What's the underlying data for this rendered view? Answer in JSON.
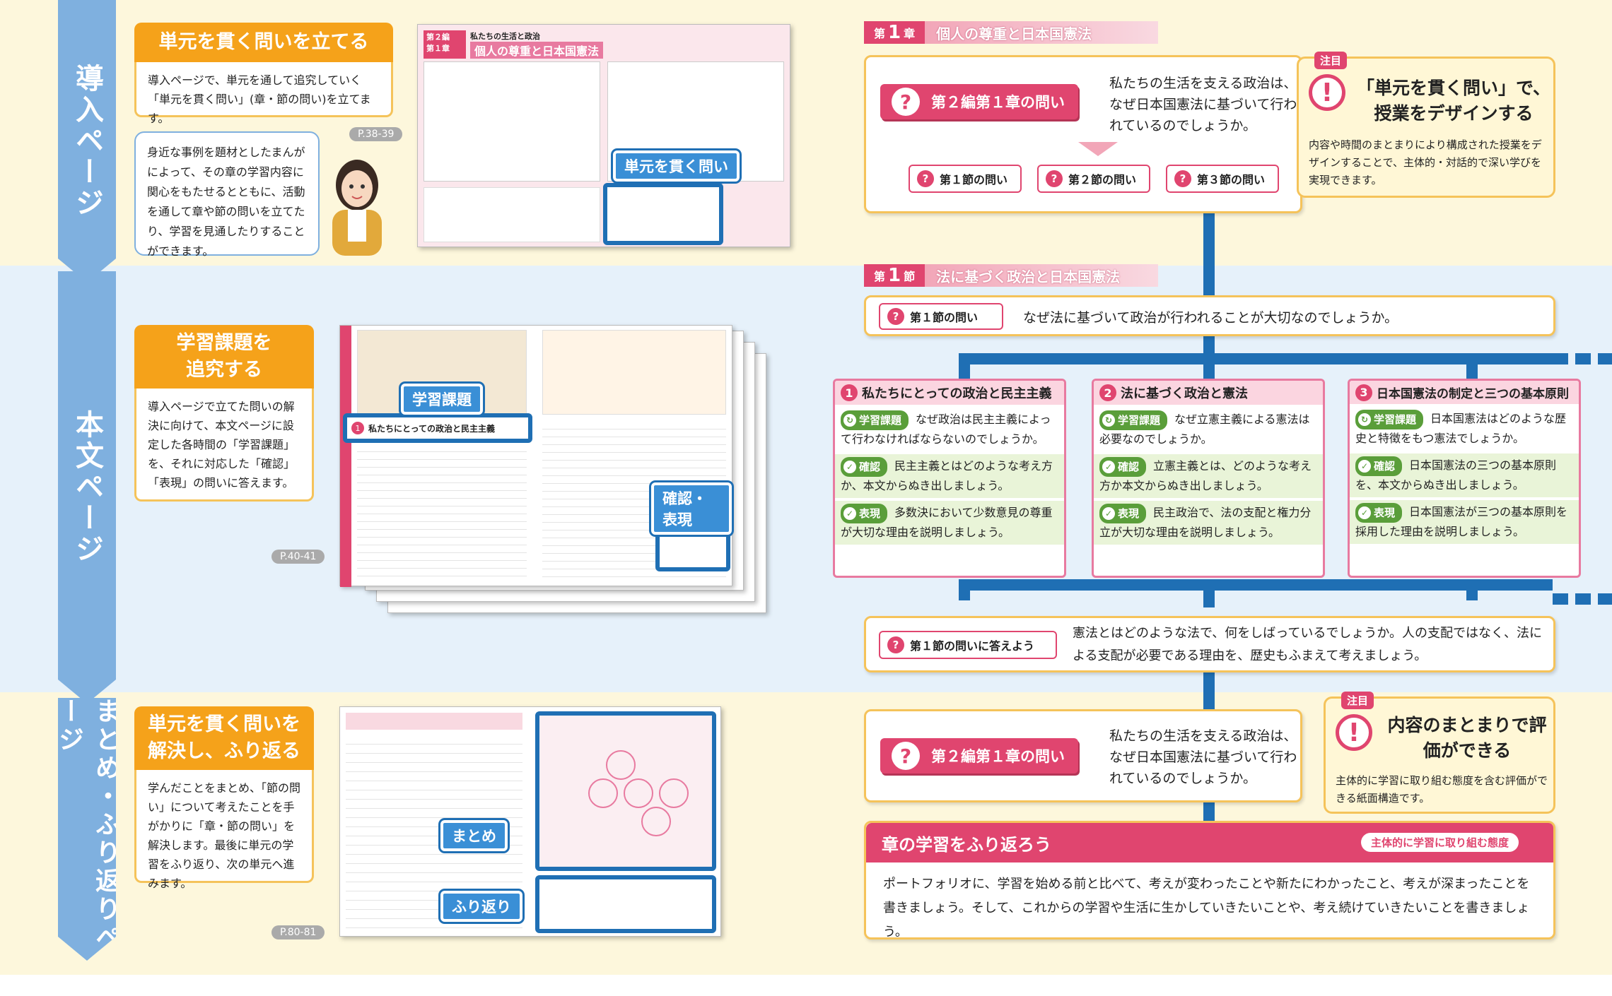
{
  "sections": {
    "intro": "導入ページ",
    "body": "本文ページ",
    "summary": "まとめ・ふり返りページ"
  },
  "left": {
    "intro": {
      "title": "単元を貫く問いを立てる",
      "text": "導入ページで、単元を通して追究していく「単元を貫く問い」(章・節の問い)を立てます。",
      "page": "P.38-39",
      "speech": "身近な事例を題材としたまんがによって、その章の学習内容に関心をもたせるとともに、活動を通して章や節の問いを立てたり、学習を見通したりすることができます。",
      "spread_label": "単元を貫く問い"
    },
    "body": {
      "title": "学習課題を\n追究する",
      "text": "導入ページで立てた問いの解決に向けて、本文ページに設定した各時間の「学習課題」を、それに対応した「確認」「表現」の問いに答えます。",
      "page": "P.40-41",
      "label1": "学習課題",
      "label2": "確認・表現",
      "lesson_head": "私たちにとっての政治と民主主義"
    },
    "summary": {
      "title": "単元を貫く問いを\n解決し、ふり返る",
      "text": "学んだことをまとめ、「節の問い」について考えたことを手がかりに「章・節の問い」を解決します。最後に単元の学習をふり返り、次の単元へ進みます。",
      "page": "P.80-81",
      "label1": "まとめ",
      "label2": "ふり返り"
    }
  },
  "spread_intro": {
    "chap": "第２編",
    "sec": "第１章",
    "header": "私たちの生活と政治",
    "title": "個人の尊重と日本国憲法"
  },
  "chapter": {
    "label": "第",
    "num": "1",
    "suffix": "章",
    "title": "個人の尊重と日本国憲法"
  },
  "section": {
    "label": "第",
    "num": "1",
    "suffix": "節",
    "title": "法に基づく政治と日本国憲法"
  },
  "chapter_q": {
    "label": "第２編第１章の問い",
    "text": "私たちの生活を支える政治は、なぜ日本国憲法に基づいて行われているのでしょうか。"
  },
  "sub_qs": [
    "第１節の問い",
    "第２節の問い",
    "第３節の問い"
  ],
  "note1": {
    "tag": "注目",
    "head": "「単元を貫く問い」で、授業をデザインする",
    "body": "内容や時間のまとまりにより構成された授業をデザインすることで、主体的・対話的で深い学びを実現できます。"
  },
  "sec_q": {
    "label": "第１節の問い",
    "text": "なぜ法に基づいて政治が行われることが大切なのでしょうか。"
  },
  "lessons": [
    {
      "n": "1",
      "title": "私たちにとっての政治と民主主義",
      "task": "なぜ政治は民主主義によって行わなければならないのでしょうか。",
      "check": "民主主義とはどのような考え方か、本文からぬき出しましょう。",
      "express": "多数決において少数意見の尊重が大切な理由を説明しましょう。"
    },
    {
      "n": "2",
      "title": "法に基づく政治と憲法",
      "task": "なぜ立憲主義による憲法は必要なのでしょうか。",
      "check": "立憲主義とは、どのような考え方か本文からぬき出しましょう。",
      "express": "民主政治で、法の支配と権力分立が大切な理由を説明しましょう。"
    },
    {
      "n": "3",
      "title": "日本国憲法の制定と三つの基本原則",
      "task": "日本国憲法はどのような歴史と特徴をもつ憲法でしょうか。",
      "check": "日本国憲法の三つの基本原則を、本文からぬき出しましょう。",
      "express": "日本国憲法が三つの基本原則を採用した理由を説明しましょう。"
    }
  ],
  "tags": {
    "task": "学習課題",
    "check": "確認",
    "express": "表現"
  },
  "answer": {
    "label": "第１節の問いに答えよう",
    "text": "憲法とはどのような法で、何をしばっているでしょうか。人の支配ではなく、法による支配が必要である理由を、歴史もふまえて考えましょう。"
  },
  "note2": {
    "tag": "注目",
    "head": "内容のまとまりで評価ができる",
    "body": "主体的に学習に取り組む態度を含む評価ができる紙面構造です。"
  },
  "reflect": {
    "title": "章の学習をふり返ろう",
    "pill": "主体的に学習に取り組む態度",
    "text": "ポートフォリオに、学習を始める前と比べて、考えが変わったことや新たにわかったこと、考えが深まったことを書きましょう。そして、これからの学習や生活に生かしていきたいことや、考え続けていきたいことを書きましょう。"
  },
  "colors": {
    "orange": "#f5a21a",
    "pink": "#e0456f",
    "blue": "#1f6fb4",
    "lightblue": "#7fb0df",
    "green": "#5a9e3a"
  }
}
